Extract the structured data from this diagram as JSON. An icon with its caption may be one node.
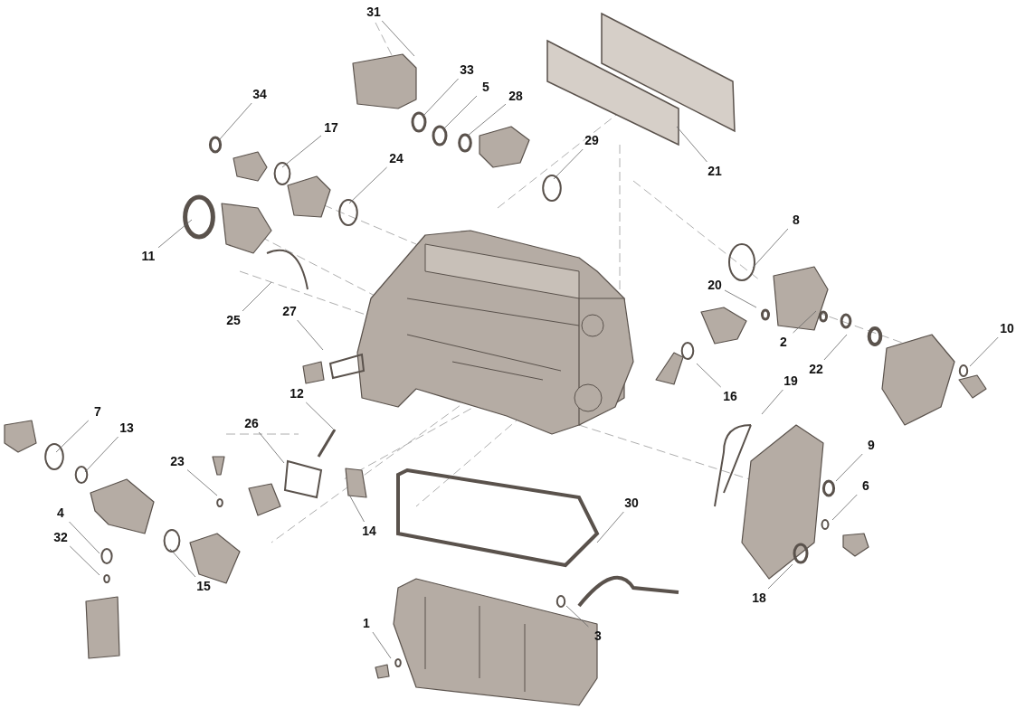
{
  "diagram": {
    "nodes": [
      {
        "text": [
          "31"
        ]
      },
      {
        "text": [
          "33"
        ]
      },
      {
        "text": [
          "5"
        ]
      },
      {
        "text": [
          "28"
        ]
      },
      {
        "text": [
          "34"
        ]
      },
      {
        "text": [
          "17"
        ]
      },
      {
        "text": [
          "29"
        ]
      },
      {
        "text": [
          "24"
        ]
      },
      {
        "text": [
          "21"
        ]
      },
      {
        "text": [
          "8"
        ]
      },
      {
        "text": [
          "11"
        ]
      },
      {
        "text": [
          "20"
        ]
      },
      {
        "text": [
          "27"
        ]
      },
      {
        "text": [
          "25"
        ]
      },
      {
        "text": [
          "10"
        ]
      },
      {
        "text": [
          "2"
        ]
      },
      {
        "text": [
          "22"
        ]
      },
      {
        "text": [
          "19"
        ]
      },
      {
        "text": [
          "12"
        ]
      },
      {
        "text": [
          "16"
        ]
      },
      {
        "text": [
          "7"
        ]
      },
      {
        "text": [
          "26"
        ]
      },
      {
        "text": [
          "13"
        ]
      },
      {
        "text": [
          "9"
        ]
      },
      {
        "text": [
          "23"
        ]
      },
      {
        "text": [
          "6"
        ]
      },
      {
        "text": [
          "30"
        ]
      },
      {
        "text": [
          "4"
        ]
      },
      {
        "text": [
          "14"
        ]
      },
      {
        "text": [
          "32"
        ]
      },
      {
        "text": [
          "15"
        ]
      },
      {
        "text": [
          "18"
        ]
      },
      {
        "text": [
          "1"
        ]
      },
      {
        "text": [
          "3"
        ]
      }
    ],
    "edges": [
      {
        "from": 0,
        "to": null,
        "arrow": "none"
      },
      {
        "from": 1,
        "to": null,
        "arrow": "none"
      },
      {
        "from": 2,
        "to": null,
        "arrow": "none"
      },
      {
        "from": 3,
        "to": null,
        "arrow": "none"
      },
      {
        "from": 4,
        "to": null,
        "arrow": "none"
      },
      {
        "from": 5,
        "to": null,
        "arrow": "none"
      },
      {
        "from": 6,
        "to": null,
        "arrow": "none"
      },
      {
        "from": 7,
        "to": null,
        "arrow": "none"
      },
      {
        "from": 8,
        "to": null,
        "arrow": "none"
      },
      {
        "from": 9,
        "to": null,
        "arrow": "none"
      },
      {
        "from": 10,
        "to": null,
        "arrow": "none"
      },
      {
        "from": 11,
        "to": null,
        "arrow": "none"
      },
      {
        "from": 12,
        "to": null,
        "arrow": "none"
      },
      {
        "from": 13,
        "to": null,
        "arrow": "none"
      },
      {
        "from": 14,
        "to": null,
        "arrow": "none"
      },
      {
        "from": 15,
        "to": null,
        "arrow": "none"
      },
      {
        "from": 16,
        "to": null,
        "arrow": "none"
      },
      {
        "from": 17,
        "to": null,
        "arrow": "none"
      },
      {
        "from": 18,
        "to": null,
        "arrow": "none"
      },
      {
        "from": 19,
        "to": null,
        "arrow": "none"
      },
      {
        "from": 20,
        "to": null,
        "arrow": "none"
      },
      {
        "from": 21,
        "to": null,
        "arrow": "none"
      },
      {
        "from": 22,
        "to": null,
        "arrow": "none"
      },
      {
        "from": 23,
        "to": null,
        "arrow": "none"
      },
      {
        "from": 24,
        "to": null,
        "arrow": "none"
      },
      {
        "from": 25,
        "to": null,
        "arrow": "none"
      },
      {
        "from": 26,
        "to": null,
        "arrow": "none"
      },
      {
        "from": 27,
        "to": null,
        "arrow": "none"
      },
      {
        "from": 28,
        "to": null,
        "arrow": "none"
      },
      {
        "from": 29,
        "to": null,
        "arrow": "none"
      },
      {
        "from": 30,
        "to": null,
        "arrow": "none"
      },
      {
        "from": 31,
        "to": null,
        "arrow": "none"
      },
      {
        "from": 32,
        "to": null,
        "arrow": "none"
      },
      {
        "from": 33,
        "to": null,
        "arrow": "none"
      }
    ]
  }
}
